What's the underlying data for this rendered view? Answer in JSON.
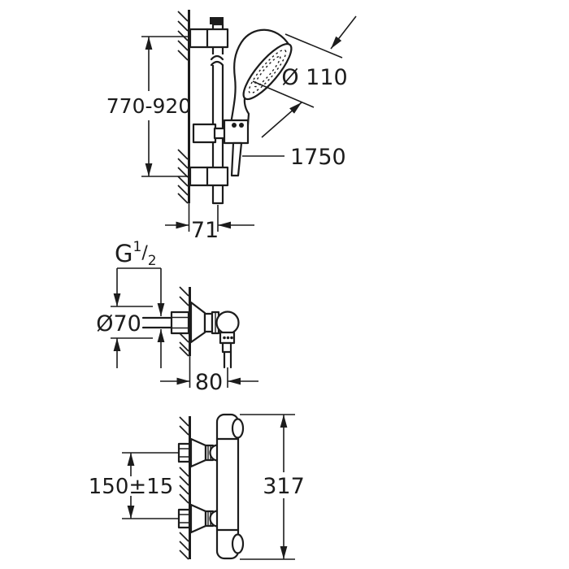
{
  "document": {
    "kind": "technical dimensional drawing",
    "background": "#ffffff",
    "line_color": "#1c1c1c"
  },
  "views": {
    "shower_rail": {
      "name": "shower rail set with hand shower",
      "dim_rail_height": "770-920",
      "dim_head_diameter": "Ø 110",
      "dim_hose_length": "1750",
      "dim_wall_to_rail": "71"
    },
    "wall_union": {
      "name": "wall union with ball joint outlet",
      "thread_letter": "G",
      "thread_numerator": "1",
      "thread_slash": "/",
      "thread_denominator": "2",
      "dim_escutcheon_diameter": "Ø70",
      "dim_wall_to_outlet": "80"
    },
    "thermostat": {
      "name": "thermostatic shower mixer",
      "dim_connection_spacing": "150±15",
      "dim_body_height": "317"
    }
  }
}
